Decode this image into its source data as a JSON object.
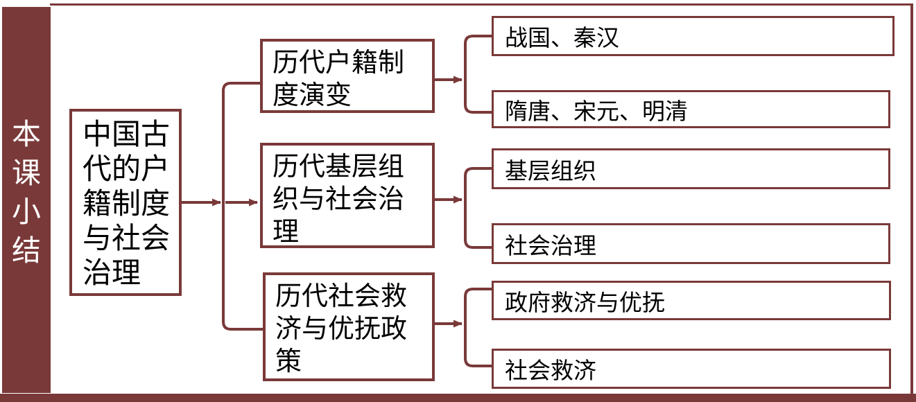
{
  "colors": {
    "maroon": "#7A3939",
    "text": "#000000",
    "background": "#FFFFFF"
  },
  "sidebar": {
    "title": "本\n课\n小\n结"
  },
  "diagram": {
    "root": {
      "label": "中国古\n代的户\n籍制度\n与社会\n治理"
    },
    "branches": [
      {
        "label": "历代户籍制\n度演变",
        "children": [
          "战国、秦汉",
          "隋唐、宋元、明清"
        ]
      },
      {
        "label": "历代基层组\n织与社会治\n理",
        "children": [
          "基层组织",
          "社会治理"
        ]
      },
      {
        "label": "历代社会救\n济与优抚政\n策",
        "children": [
          "政府救济与优抚",
          "社会救济"
        ]
      }
    ]
  }
}
